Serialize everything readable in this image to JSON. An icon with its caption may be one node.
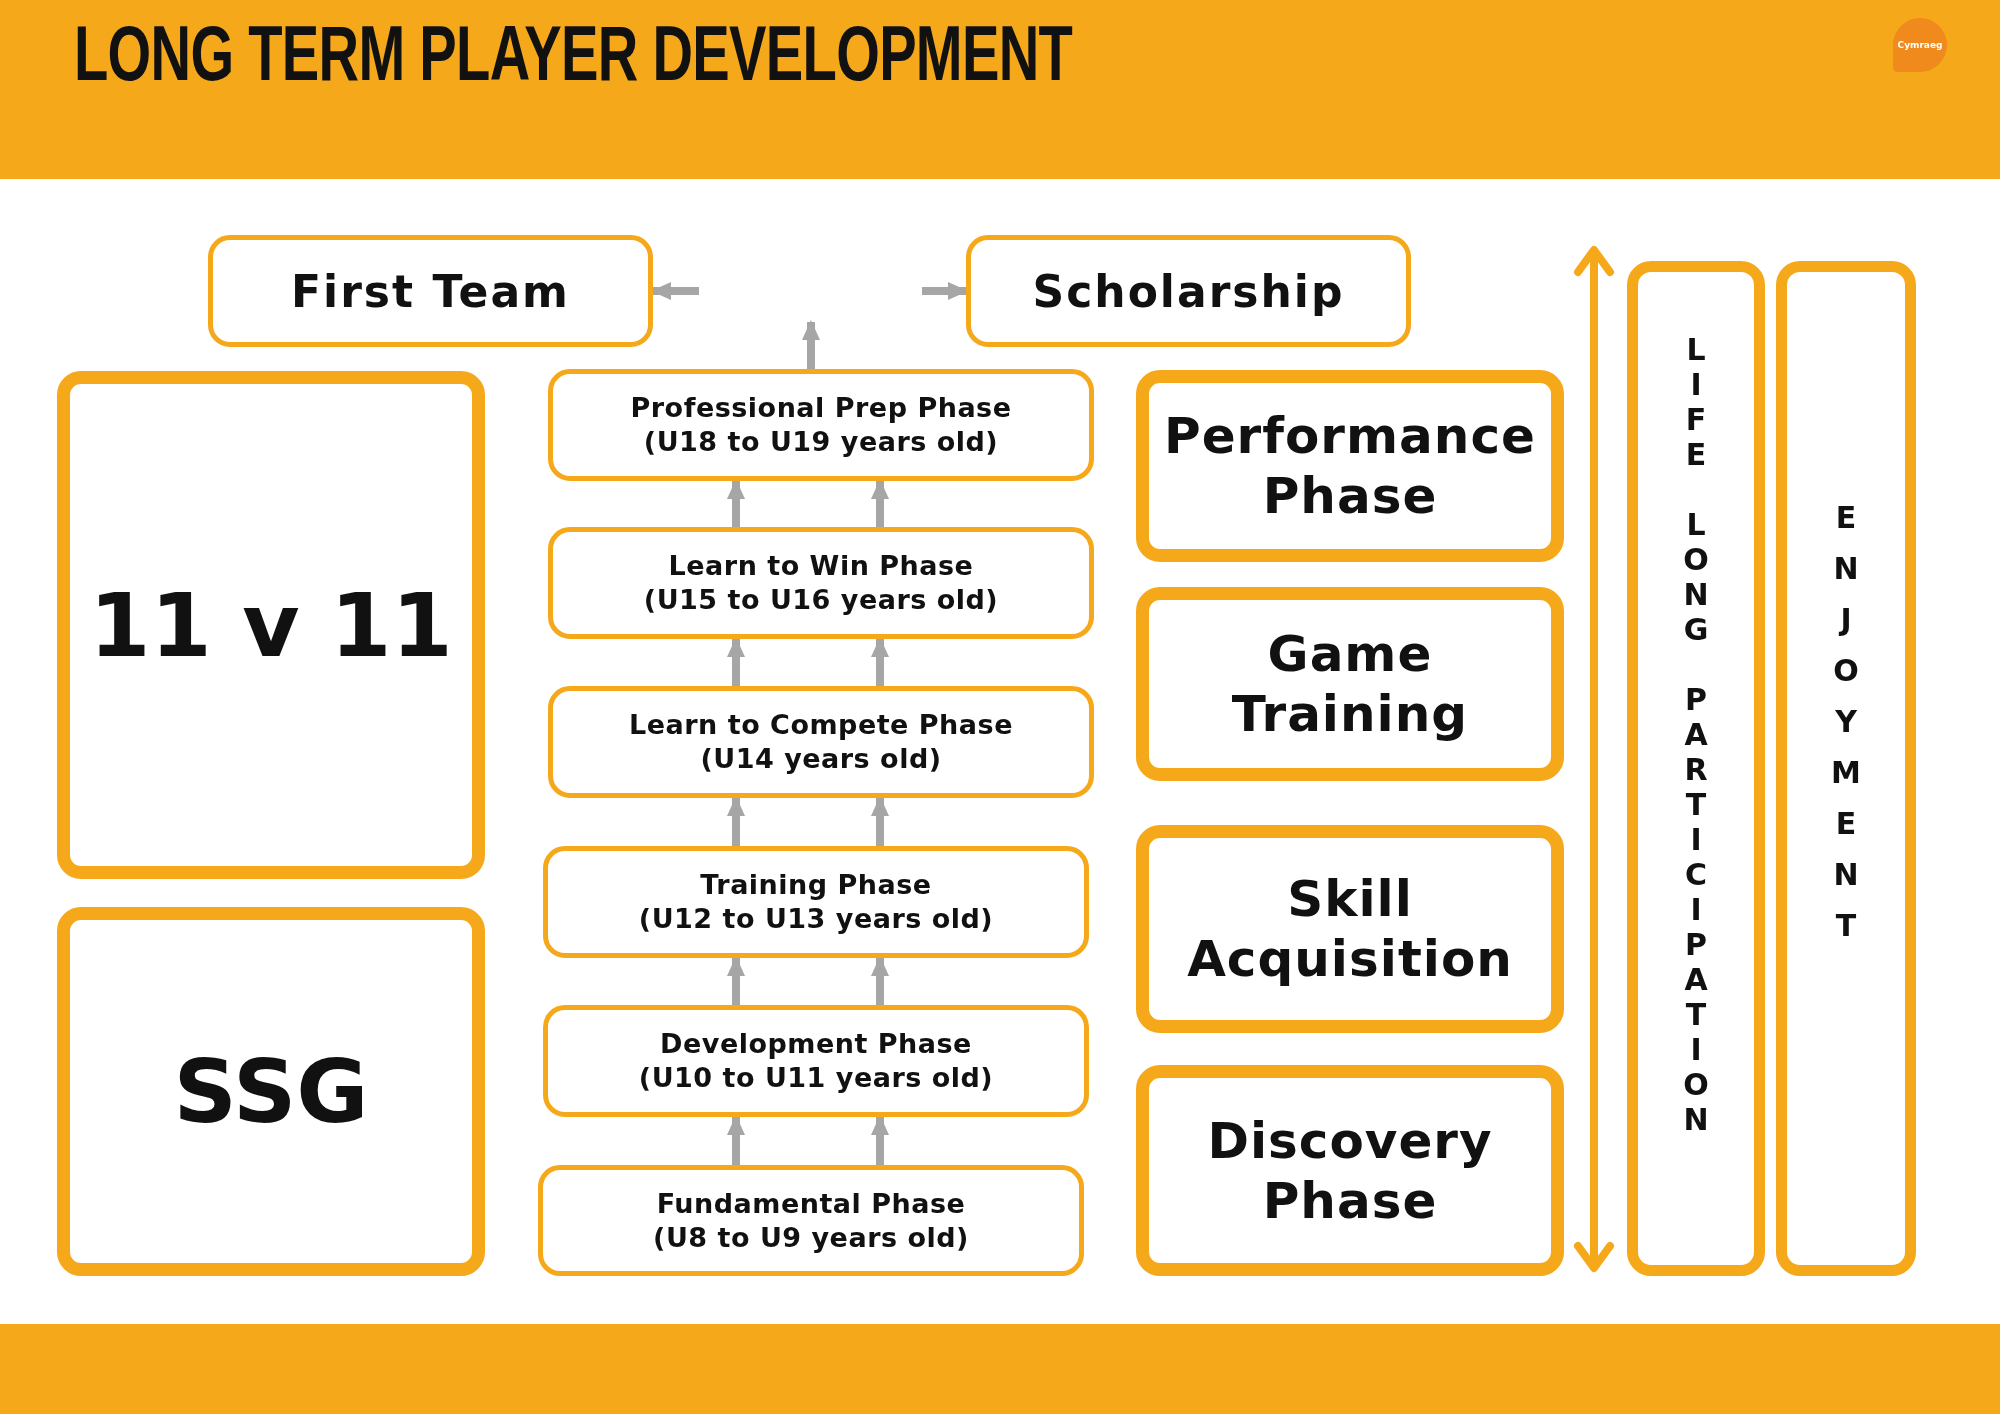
{
  "diagram": {
    "title": "LONG TERM PLAYER DEVELOPMENT",
    "nodes": [
      {
        "text": [
          "First Team"
        ]
      },
      {
        "text": [
          "Scholarship"
        ]
      },
      {
        "text": [
          "11 v 11"
        ]
      },
      {
        "text": [
          "SSG"
        ]
      },
      {
        "text": [
          "Professional Prep Phase",
          "(U18 to U19 years old)"
        ]
      },
      {
        "text": [
          "Learn to Win Phase",
          "(U15 to U16 years old)"
        ]
      },
      {
        "text": [
          "Learn to Compete Phase",
          "(U14 years old)"
        ]
      },
      {
        "text": [
          "Training Phase",
          "(U12 to U13 years old)"
        ]
      },
      {
        "text": [
          "Development Phase",
          "(U10 to U11 years old)"
        ]
      },
      {
        "text": [
          "Fundamental Phase",
          "(U8 to U9 years old)"
        ]
      },
      {
        "text": [
          "Performance Phase"
        ]
      },
      {
        "text": [
          "Game Training"
        ]
      },
      {
        "text": [
          "Skill Acquisition"
        ]
      },
      {
        "text": [
          "Discovery Phase"
        ]
      },
      {
        "text": [
          "LIFE LONG PARTICIPATION"
        ]
      },
      {
        "text": [
          "ENJOYMENT"
        ]
      }
    ],
    "edges": [
      {
        "from": 4,
        "to": null,
        "arrow": "to"
      },
      {
        "from": null,
        "to": 0,
        "arrow": "to"
      },
      {
        "from": null,
        "to": 1,
        "arrow": "to"
      },
      {
        "from": 5,
        "to": 4,
        "arrow": "to"
      },
      {
        "from": 5,
        "to": 4,
        "arrow": "to"
      },
      {
        "from": 6,
        "to": 5,
        "arrow": "to"
      },
      {
        "from": 6,
        "to": 5,
        "arrow": "to"
      },
      {
        "from": 7,
        "to": 6,
        "arrow": "to"
      },
      {
        "from": 7,
        "to": 6,
        "arrow": "to"
      },
      {
        "from": 8,
        "to": 7,
        "arrow": "to"
      },
      {
        "from": 8,
        "to": 7,
        "arrow": "to"
      },
      {
        "from": 9,
        "to": 8,
        "arrow": "to"
      },
      {
        "from": 9,
        "to": 8,
        "arrow": "to"
      }
    ],
    "labels": [
      "Cymraeg"
    ]
  }
}
